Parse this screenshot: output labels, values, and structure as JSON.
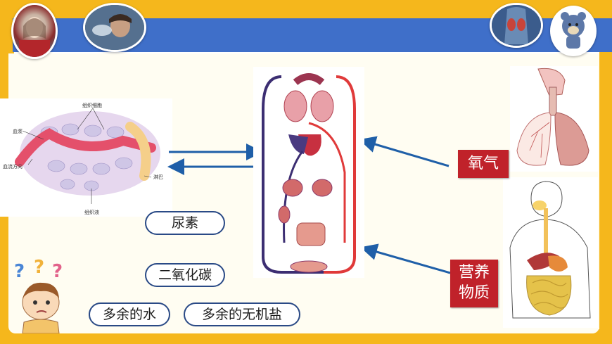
{
  "tissue_diagram": {
    "labels": {
      "tissue_cells": "组织细胞",
      "plasma": "血浆",
      "flow_direction": "血流方向",
      "lymph": "淋巴",
      "tissue_fluid": "组织液"
    }
  },
  "waste_items": [
    "尿素",
    "二氧化碳",
    "多余的水",
    "多余的无机盐"
  ],
  "inputs": {
    "oxygen": "氧气",
    "nutrients_line1": "营养",
    "nutrients_line2": "物质"
  },
  "colors": {
    "frame": "#f5b71c",
    "banner": "#3f6fc9",
    "arrow": "#1f5fa8",
    "label_box": "#c0222a"
  }
}
